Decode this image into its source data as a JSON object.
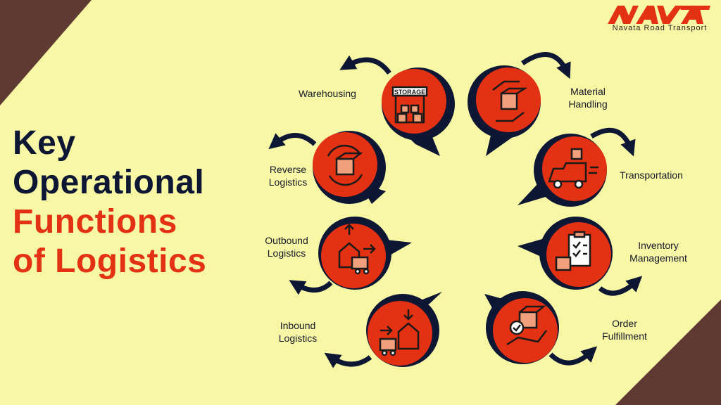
{
  "logo": {
    "brand": "NAVATA",
    "tagline": "Navata Road Transport",
    "color": "#e33113"
  },
  "title": {
    "line1": "Key",
    "line2": "Operational",
    "line3": "Functions",
    "line4": "of Logistics"
  },
  "colors": {
    "background": "#f8f7a6",
    "accent": "#e33113",
    "dark": "#0d1633",
    "corner": "#5e3a32"
  },
  "functions": [
    {
      "id": "warehousing",
      "label": "Warehousing",
      "icon": "warehouse-icon",
      "icon_text": "STORAGE"
    },
    {
      "id": "material-handling",
      "label": "Material\nHandling",
      "icon": "hands-box-icon"
    },
    {
      "id": "transportation",
      "label": "Transportation",
      "icon": "truck-icon"
    },
    {
      "id": "inventory-management",
      "label": "Inventory\nManagement",
      "icon": "clipboard-icon"
    },
    {
      "id": "order-fulfillment",
      "label": "Order\nFulfillment",
      "icon": "hand-parcel-icon"
    },
    {
      "id": "inbound-logistics",
      "label": "Inbound\nLogistics",
      "icon": "inbound-truck-icon"
    },
    {
      "id": "outbound-logistics",
      "label": "Outbound\nLogistics",
      "icon": "outbound-truck-icon"
    },
    {
      "id": "reverse-logistics",
      "label": "Reverse\nLogistics",
      "icon": "return-box-icon"
    }
  ]
}
